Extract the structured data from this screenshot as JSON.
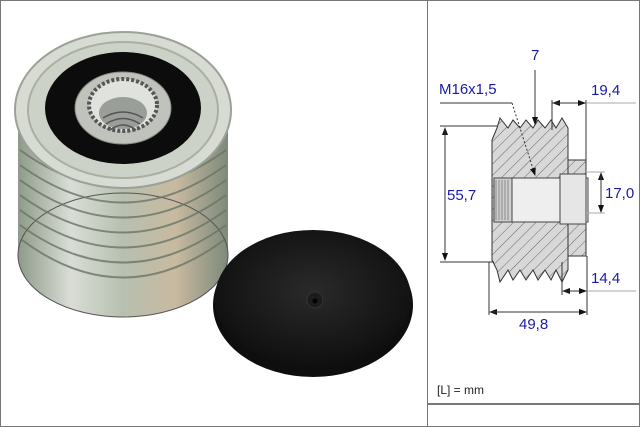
{
  "product_photo": {
    "subject": "alternator freewheel pulley with protective cap",
    "cap_color": "#111111"
  },
  "drawing": {
    "dimensions": {
      "thread": "M16x1,5",
      "grooves": "7",
      "front_offset": "19,4",
      "outer_diameter": "55,7",
      "bore_diameter": "17,0",
      "rear_offset": "14,4",
      "total_length": "49,8"
    },
    "unit_note": "[L] = mm",
    "dimension_color": "#1a1aaa"
  }
}
